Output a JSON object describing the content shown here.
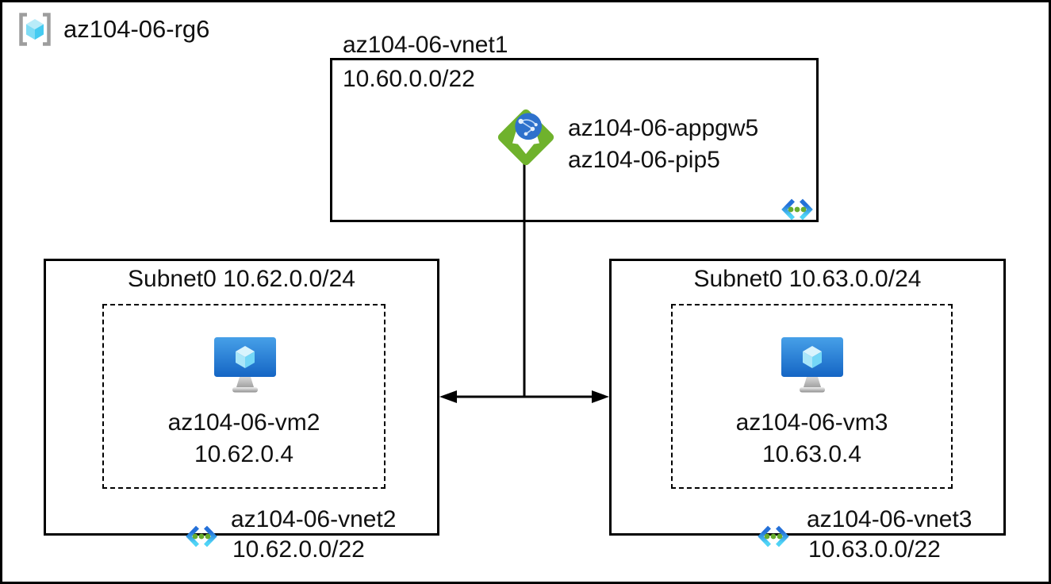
{
  "header": {
    "resource_group_name": "az104-06-rg6"
  },
  "gateway_vnet": {
    "title": "az104-06-vnet1",
    "cidr": "10.60.0.0/22",
    "appgw_name": "az104-06-appgw5",
    "pip_name": "az104-06-pip5"
  },
  "left_vnet": {
    "subnet_title": "Subnet0 10.62.0.0/24",
    "vm_name": "az104-06-vm2",
    "vm_ip": "10.62.0.4",
    "vnet_name": "az104-06-vnet2",
    "vnet_cidr": "10.62.0.0/22"
  },
  "right_vnet": {
    "subnet_title": "Subnet0 10.63.0.0/24",
    "vm_name": "az104-06-vm3",
    "vm_ip": "10.63.0.4",
    "vnet_name": "az104-06-vnet3",
    "vnet_cidr": "10.63.0.0/22"
  },
  "icons": {
    "resource_group": "resource-group-icon",
    "application_gateway": "application-gateway-icon",
    "virtual_network": "vnet-icon",
    "virtual_machine": "vm-icon"
  },
  "colors": {
    "line": "#000000",
    "appgw_green": "#6fb22c",
    "globe_blue": "#2e71cc",
    "vm_blue_top": "#47a0e8",
    "vm_blue_bottom": "#1565c4",
    "vnet_blue": "#2470d8",
    "vnet_cyan": "#4fd4f6",
    "dot_green": "#68ad2e",
    "bracket_gray": "#9d9d9d",
    "cube_cyan": "#45cbf1"
  }
}
